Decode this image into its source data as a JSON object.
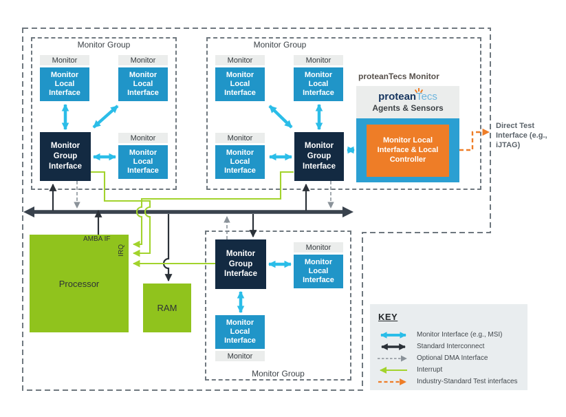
{
  "labels": {
    "monitor": "Monitor",
    "monitor_local_interface": "Monitor Local Interface",
    "monitor_group_interface": "Monitor Group Interface"
  },
  "groups": {
    "top_left": {
      "title": "Monitor Group"
    },
    "top_right": {
      "title": "Monitor Group"
    },
    "bottom": {
      "title": "Monitor Group"
    }
  },
  "proteantecs": {
    "section_title": "proteanTecs Monitor",
    "logo_protean": "protean",
    "logo_tecs": "Tecs",
    "subtitle": "Agents & Sensors",
    "controller": "Monitor Local Interface & Local Controller"
  },
  "system": {
    "processor": "Processor",
    "ram": "RAM",
    "amba_if": "AMBA IF",
    "irq": "IRQ"
  },
  "direct_test_interface": "Direct Test Interface (e.g., iJTAG)",
  "key": {
    "title": "KEY",
    "items": [
      {
        "type": "monitor-interface",
        "label": "Monitor Interface (e.g., MSI)"
      },
      {
        "type": "standard-interconnect",
        "label": "Standard Interconnect"
      },
      {
        "type": "optional-dma",
        "label": "Optional DMA Interface"
      },
      {
        "type": "interrupt",
        "label": "Interrupt"
      },
      {
        "type": "test-interfaces",
        "label": "Industry-Standard Test interfaces"
      }
    ]
  },
  "colors": {
    "cyan_box": "#2095c8",
    "cyan_arrow": "#2bbde8",
    "navy_box": "#132a42",
    "header_bg": "#ebedec",
    "green_box": "#90c31d",
    "green_line": "#a2d32c",
    "orange": "#ee7d27",
    "bus_dark": "#39424d",
    "gray_line": "#8a9299",
    "dash_border": "#6e777e",
    "key_bg": "#e9edef",
    "text_dark": "#3a3f44"
  }
}
